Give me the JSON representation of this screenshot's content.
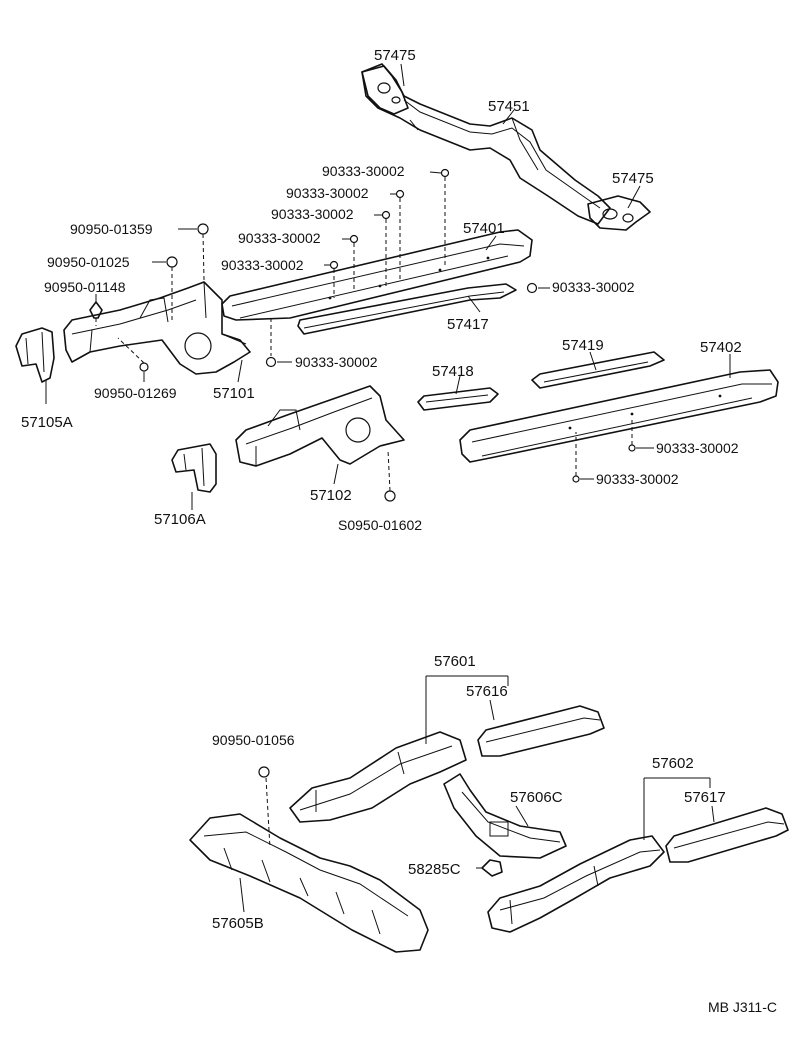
{
  "labels": {
    "p57475a": "57475",
    "p57451": "57451",
    "p57475b": "57475",
    "p90333_1": "90333-30002",
    "p90333_2": "90333-30002",
    "p90333_3": "90333-30002",
    "p90333_4": "90333-30002",
    "p90333_5": "90333-30002",
    "p90333_6": "90333-30002",
    "p90333_7": "90333-30002",
    "p90333_8": "90333-30002",
    "p90333_9": "90333-30002",
    "p90950_01359": "90950-01359",
    "p90950_01025": "90950-01025",
    "p90950_01148": "90950-01148",
    "p90950_01269": "90950-01269",
    "p57401": "57401",
    "p57417": "57417",
    "p57105A": "57105A",
    "p57101": "57101",
    "p57419": "57419",
    "p57402": "57402",
    "p57418": "57418",
    "p57102": "57102",
    "p57106A": "57106A",
    "p90950_01602": "S0950-01602",
    "p57601": "57601",
    "p57616": "57616",
    "p90950_01056": "90950-01056",
    "p57602": "57602",
    "p57617": "57617",
    "p57606C": "57606C",
    "p58285C": "58285C",
    "p57605B": "57605B",
    "ref": "MB J311-C"
  }
}
